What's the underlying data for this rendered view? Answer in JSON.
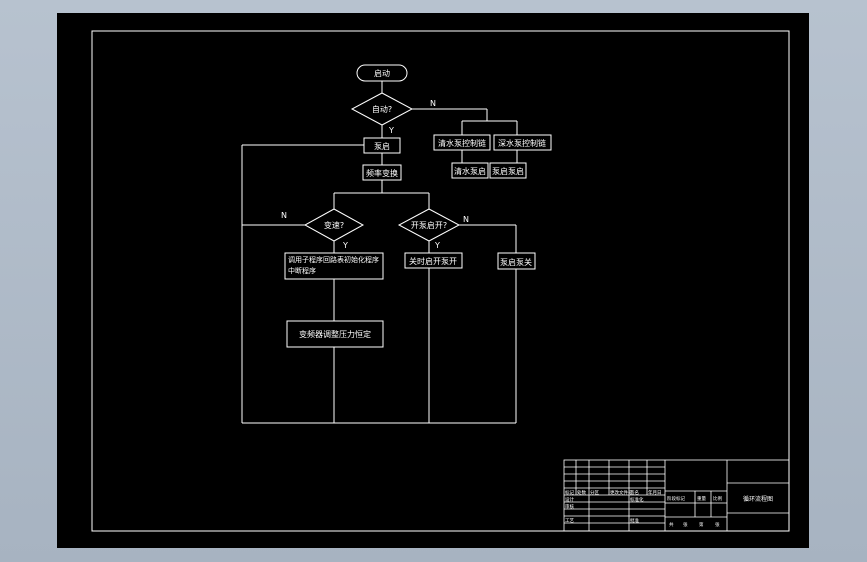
{
  "flowchart": {
    "start": "启动",
    "auto_q": "自动?",
    "yes": "Y",
    "no": "N",
    "pump_standby": "泵启",
    "freq_converter": "频率变换",
    "clear_pump_ctrl": "清水泵控制链",
    "deep_pump_ctrl": "深水泵控制链",
    "clear_pump_on": "清水泵启",
    "pump_on": "泵启泵启",
    "overflow_q": "变速?",
    "open_pump_q": "开泵启开?",
    "call_subroutine": "调用子程序回路表初始化程序中断程序",
    "timed_open": "关时启开泵开",
    "pump_off": "泵启泵关",
    "inverter_adjust": "变频器调整压力恒定"
  },
  "title_block": {
    "drawing_title": "循环流程图",
    "cells": [
      "标记",
      "处数",
      "分区",
      "更改文件号",
      "签名",
      "年月日",
      "设计",
      "标准化",
      "阶段标记",
      "重量",
      "比例",
      "审核",
      "工艺",
      "批准",
      "共",
      "张",
      "第",
      "张"
    ]
  }
}
